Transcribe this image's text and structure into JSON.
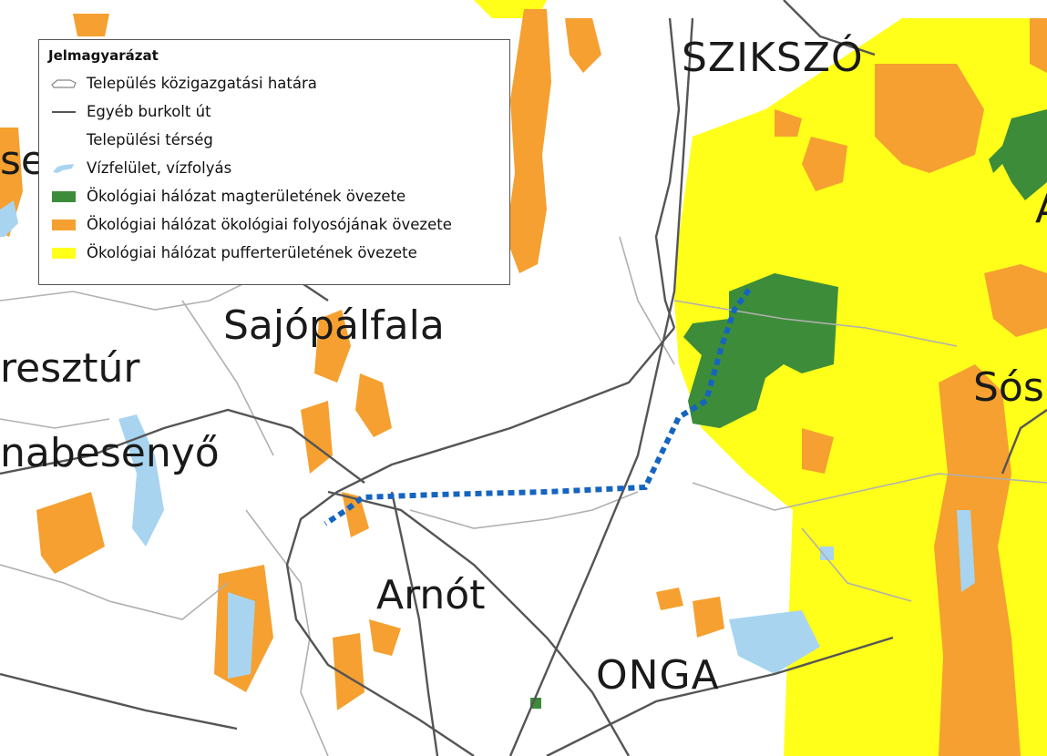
{
  "legend": {
    "title": "Jelmagyarázat",
    "items": [
      {
        "label": "Település közigazgatási határa",
        "symbol": "boundary-line"
      },
      {
        "label": "Egyéb burkolt út",
        "symbol": "road-line"
      },
      {
        "label": "Települési térség",
        "symbol": "settlement-area"
      },
      {
        "label": "Vízfelület, vízfolyás",
        "symbol": "water-patch",
        "color": "#a8d4f0"
      },
      {
        "label": "Ökológiai hálózat magterületének övezete",
        "symbol": "green-patch",
        "color": "#3d8c3a"
      },
      {
        "label": "Ökológiai hálózat ökológiai folyosójának övezete",
        "symbol": "orange-patch",
        "color": "#f5a030"
      },
      {
        "label": "Ökológiai hálózat pufferterületének övezete",
        "symbol": "yellow-patch",
        "color": "#ffff1a"
      }
    ]
  },
  "places": {
    "szikszo": "SZIKSZÓ",
    "sajopalfala": "Sajópálfala",
    "resztur": "resztúr",
    "habesenyo": "nabesenyő",
    "arnot": "Arnót",
    "onga": "ONGA",
    "sos": "Sós",
    "se": "se",
    "a": "A"
  },
  "colors": {
    "yellow": "#ffff1a",
    "orange": "#f5a030",
    "green": "#3d8c3a",
    "water": "#a8d4f0",
    "route": "#1565c0",
    "road": "#555555",
    "boundary": "#b0b0b0"
  }
}
